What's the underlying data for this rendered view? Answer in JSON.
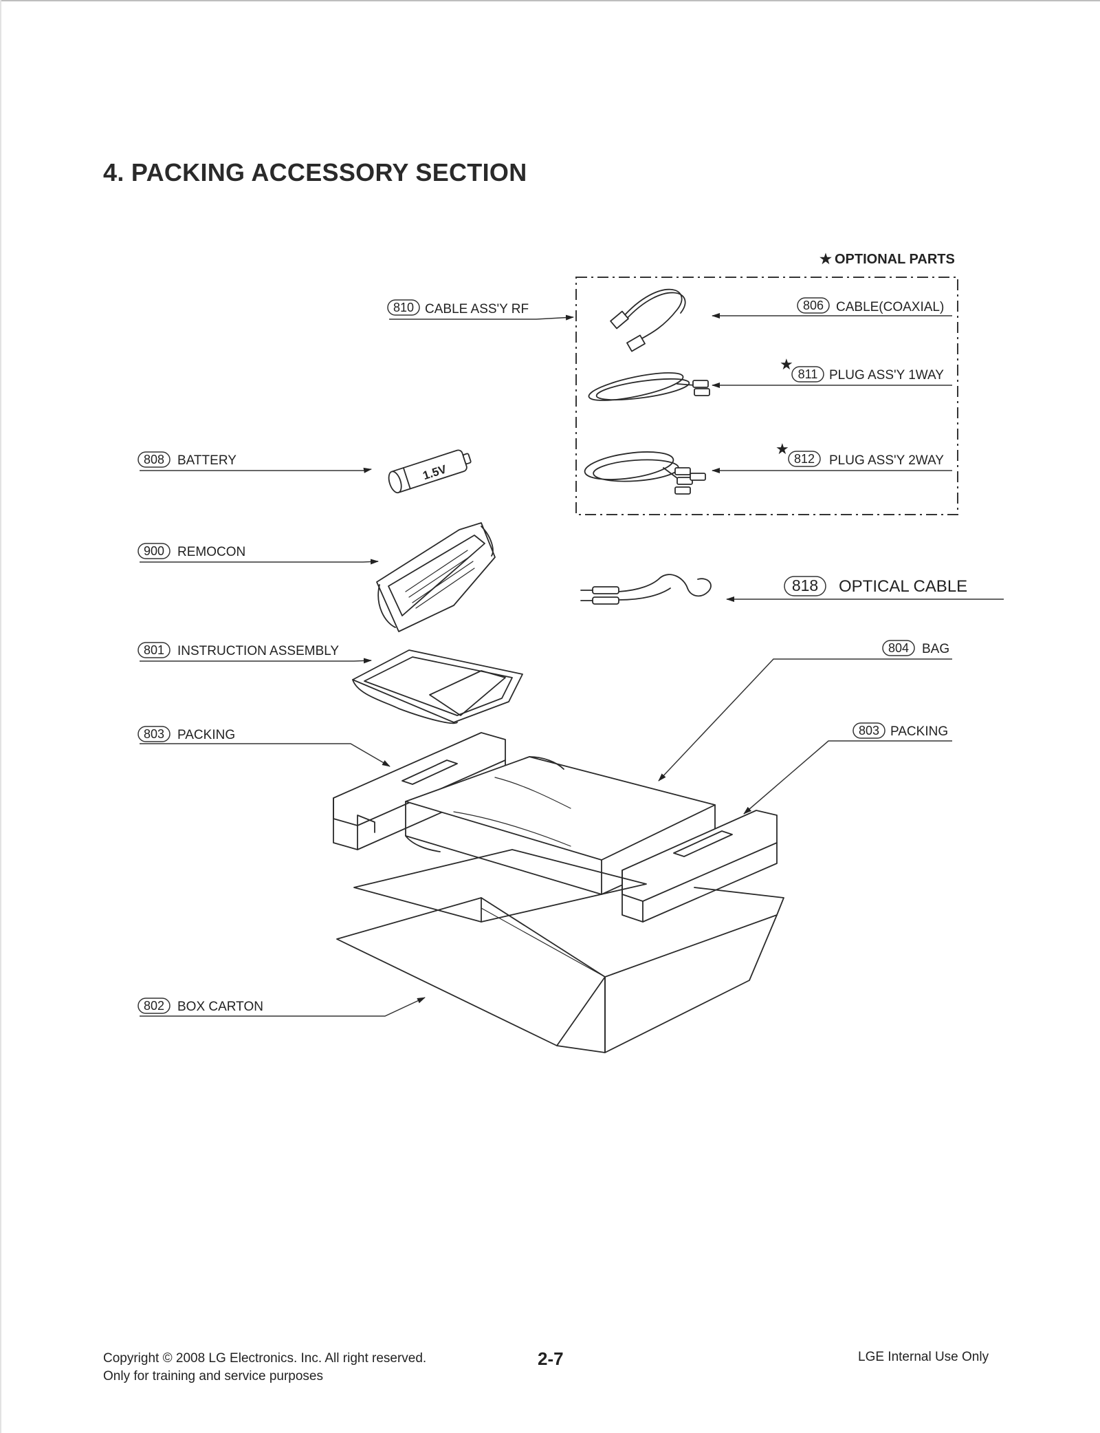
{
  "title": "4. PACKING ACCESSORY SECTION",
  "optional_legend": {
    "star": "★",
    "label": "OPTIONAL PARTS"
  },
  "callouts": [
    {
      "number": "810",
      "label": "CABLE ASS'Y RF",
      "optional": false
    },
    {
      "number": "806",
      "label": "CABLE(COAXIAL)",
      "optional": false
    },
    {
      "number": "811",
      "label": "PLUG ASS'Y 1WAY",
      "optional": true
    },
    {
      "number": "812",
      "label": "PLUG ASS'Y 2WAY",
      "optional": true
    },
    {
      "number": "808",
      "label": "BATTERY",
      "optional": false
    },
    {
      "number": "900",
      "label": "REMOCON",
      "optional": false
    },
    {
      "number": "818",
      "label": "OPTICAL CABLE",
      "optional": false
    },
    {
      "number": "801",
      "label": "INSTRUCTION ASSEMBLY",
      "optional": false
    },
    {
      "number": "804",
      "label": "BAG",
      "optional": false
    },
    {
      "number": "803",
      "label": "PACKING",
      "optional": false
    },
    {
      "number": "803",
      "label": "PACKING",
      "optional": false
    },
    {
      "number": "802",
      "label": "BOX CARTON",
      "optional": false
    }
  ],
  "battery_text": "1.5V",
  "footer": {
    "copyright": "Copyright © 2008 LG Electronics. Inc. All right reserved.",
    "purpose": "Only for training and service purposes",
    "page": "2-7",
    "internal": "LGE Internal Use Only"
  }
}
